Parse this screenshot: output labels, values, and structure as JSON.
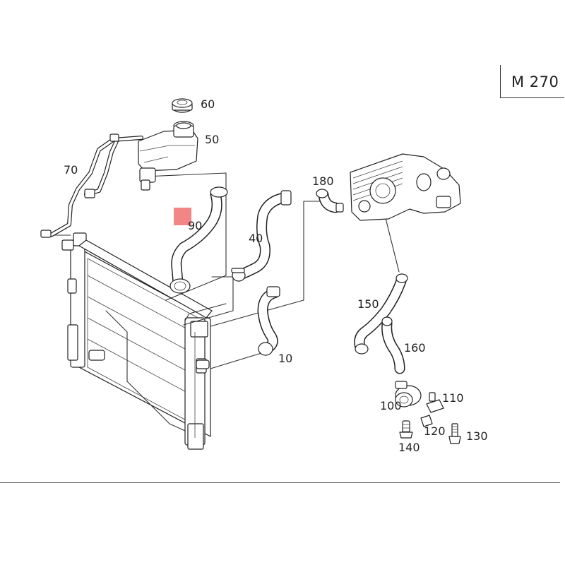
{
  "engine_code": "M 270",
  "colors": {
    "highlight": "#f07070",
    "line": "#333333"
  },
  "callouts": {
    "p10": "10",
    "p40": "40",
    "p50": "50",
    "p60": "60",
    "p70": "70",
    "p90": "90",
    "p100": "100",
    "p110": "110",
    "p120": "120",
    "p130": "130",
    "p140": "140",
    "p150": "150",
    "p160": "160",
    "p180": "180"
  }
}
